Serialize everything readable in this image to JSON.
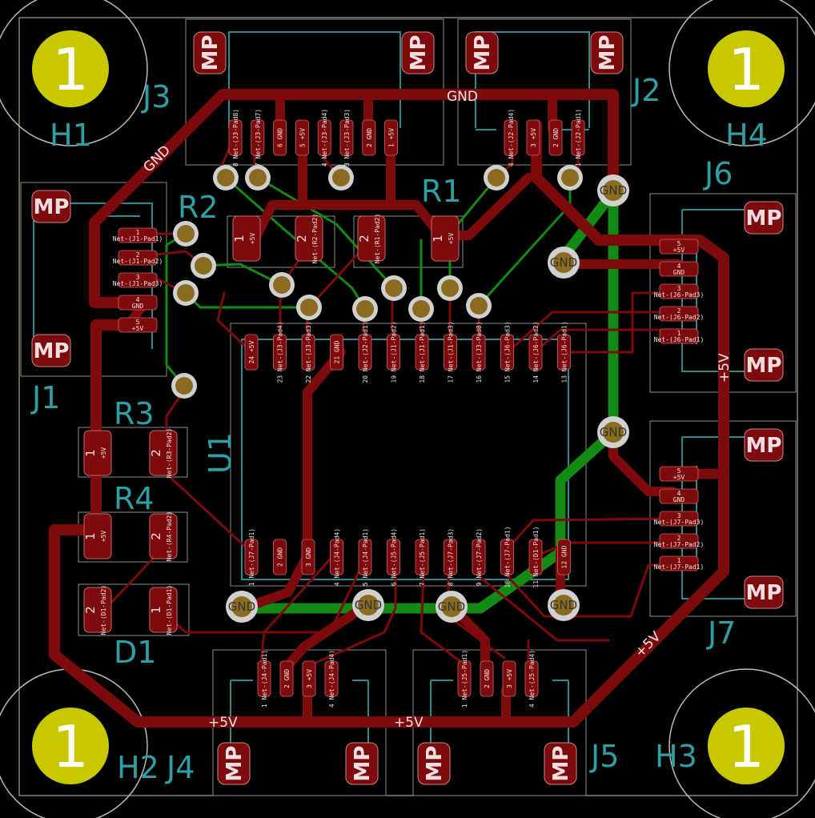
{
  "board": {
    "colors": {
      "background": "#000000",
      "copper_front": "#7d0a0c",
      "copper_back": "#138a14",
      "silkscreen": "#2f9fa3",
      "hole_fill": "#c8c800",
      "via_ring": "#d0d0d0",
      "via_drill": "#8a6b1f",
      "courtyard": "#8c8c8c"
    },
    "mounting_holes": [
      {
        "ref": "H1",
        "label": "1"
      },
      {
        "ref": "H2",
        "label": "1"
      },
      {
        "ref": "H3",
        "label": "1"
      },
      {
        "ref": "H4",
        "label": "1"
      }
    ],
    "mp_label": "MP",
    "via_label": "GND",
    "net_labels": {
      "gnd": "GND",
      "vcc": "+5V"
    },
    "connectors": [
      {
        "ref": "J1",
        "pins": [
          {
            "num": "1",
            "net": "Net-(J1-Pad1)"
          },
          {
            "num": "2",
            "net": "Net-(J1-Pad2)"
          },
          {
            "num": "3",
            "net": "Net-(J1-Pad3)"
          },
          {
            "num": "4",
            "net": "GND"
          },
          {
            "num": "5",
            "net": "+5V"
          }
        ]
      },
      {
        "ref": "J2",
        "pins": [
          {
            "num": "4",
            "net": "Net-(J2-Pad4)"
          },
          {
            "num": "3",
            "net": "+5V"
          },
          {
            "num": "2",
            "net": "GND"
          },
          {
            "num": "1",
            "net": "Net-(J2-Pad1)"
          }
        ]
      },
      {
        "ref": "J3",
        "pins": [
          {
            "num": "8",
            "net": "Net-(J3-Pad8)"
          },
          {
            "num": "7",
            "net": "Net-(J3-Pad7)"
          },
          {
            "num": "6",
            "net": "GND"
          },
          {
            "num": "5",
            "net": "+5V"
          },
          {
            "num": "4",
            "net": "Net-(J3-Pad4)"
          },
          {
            "num": "3",
            "net": "Net-(J3-Pad3)"
          },
          {
            "num": "2",
            "net": "GND"
          },
          {
            "num": "1",
            "net": "+5V"
          }
        ]
      },
      {
        "ref": "J4",
        "pins": [
          {
            "num": "1",
            "net": "Net-(J4-Pad1)"
          },
          {
            "num": "2",
            "net": "GND"
          },
          {
            "num": "3",
            "net": "+5V"
          },
          {
            "num": "4",
            "net": "Net-(J4-Pad4)"
          }
        ]
      },
      {
        "ref": "J5",
        "pins": [
          {
            "num": "1",
            "net": "Net-(J5-Pad1)"
          },
          {
            "num": "2",
            "net": "GND"
          },
          {
            "num": "3",
            "net": "+5V"
          },
          {
            "num": "4",
            "net": "Net-(J5-Pad4)"
          }
        ]
      },
      {
        "ref": "J6",
        "pins": [
          {
            "num": "5",
            "net": "+5V"
          },
          {
            "num": "4",
            "net": "GND"
          },
          {
            "num": "3",
            "net": "Net-(J6-Pad3)"
          },
          {
            "num": "2",
            "net": "Net-(J6-Pad2)"
          },
          {
            "num": "1",
            "net": "Net-(J6-Pad1)"
          }
        ]
      },
      {
        "ref": "J7",
        "pins": [
          {
            "num": "5",
            "net": "+5V"
          },
          {
            "num": "4",
            "net": "GND"
          },
          {
            "num": "3",
            "net": "Net-(J7-Pad3)"
          },
          {
            "num": "2",
            "net": "Net-(J7-Pad2)"
          },
          {
            "num": "1",
            "net": "Net-(J7-Pad1)"
          }
        ]
      }
    ],
    "u1": {
      "ref": "U1",
      "top_pins": [
        {
          "num": "24",
          "net": "+5V"
        },
        {
          "num": "23",
          "net": "Net-(J3-Pad4)"
        },
        {
          "num": "22",
          "net": "Net-(J3-Pad3)"
        },
        {
          "num": "21",
          "net": "GND"
        },
        {
          "num": "20",
          "net": "Net-(J2-Pad1)"
        },
        {
          "num": "19",
          "net": "Net-(J1-Pad2)"
        },
        {
          "num": "18",
          "net": "Net-(J1-Pad1)"
        },
        {
          "num": "17",
          "net": "Net-(J1-Pad3)"
        },
        {
          "num": "16",
          "net": "Net-(J3-Pad8)"
        },
        {
          "num": "15",
          "net": "Net-(J6-Pad3)"
        },
        {
          "num": "14",
          "net": "Net-(J6-Pad2)"
        },
        {
          "num": "13",
          "net": "Net-(J6-Pad1)"
        }
      ],
      "bottom_pins": [
        {
          "num": "1",
          "net": "Net-(J7-Pad1)"
        },
        {
          "num": "2",
          "net": "GND"
        },
        {
          "num": "3",
          "net": "GND"
        },
        {
          "num": "4",
          "net": "Net-(J4-Pad4)"
        },
        {
          "num": "5",
          "net": "Net-(J4-Pad1)"
        },
        {
          "num": "6",
          "net": "Net-(J5-Pad4)"
        },
        {
          "num": "7",
          "net": "Net-(J5-Pad1)"
        },
        {
          "num": "8",
          "net": "Net-(J7-Pad3)"
        },
        {
          "num": "9",
          "net": "Net-(J7-Pad2)"
        },
        {
          "num": "10",
          "net": "Net-(J7-Pad1)"
        },
        {
          "num": "11",
          "net": "Net-(D1-Pad1)"
        },
        {
          "num": "12",
          "net": "GND"
        }
      ]
    },
    "resistors": [
      {
        "ref": "R1",
        "pad1": "1",
        "pad1_net": "+5V",
        "pad2": "2",
        "pad2_net": "Net-(R1-Pad2)"
      },
      {
        "ref": "R2",
        "pad1": "1",
        "pad1_net": "+5V",
        "pad2": "2",
        "pad2_net": "Net-(R2-Pad2)"
      },
      {
        "ref": "R3",
        "pad1": "1",
        "pad1_net": "+5V",
        "pad2": "2",
        "pad2_net": "Net-(R3-Pad2)"
      },
      {
        "ref": "R4",
        "pad1": "1",
        "pad1_net": "+5V",
        "pad2": "2",
        "pad2_net": "Net-(R4-Pad2)"
      }
    ],
    "diode": {
      "ref": "D1",
      "pad1": "1",
      "pad1_net": "Net-(D1-Pad1)",
      "pad2": "2",
      "pad2_net": "Net-(D1-Pad2)"
    }
  }
}
